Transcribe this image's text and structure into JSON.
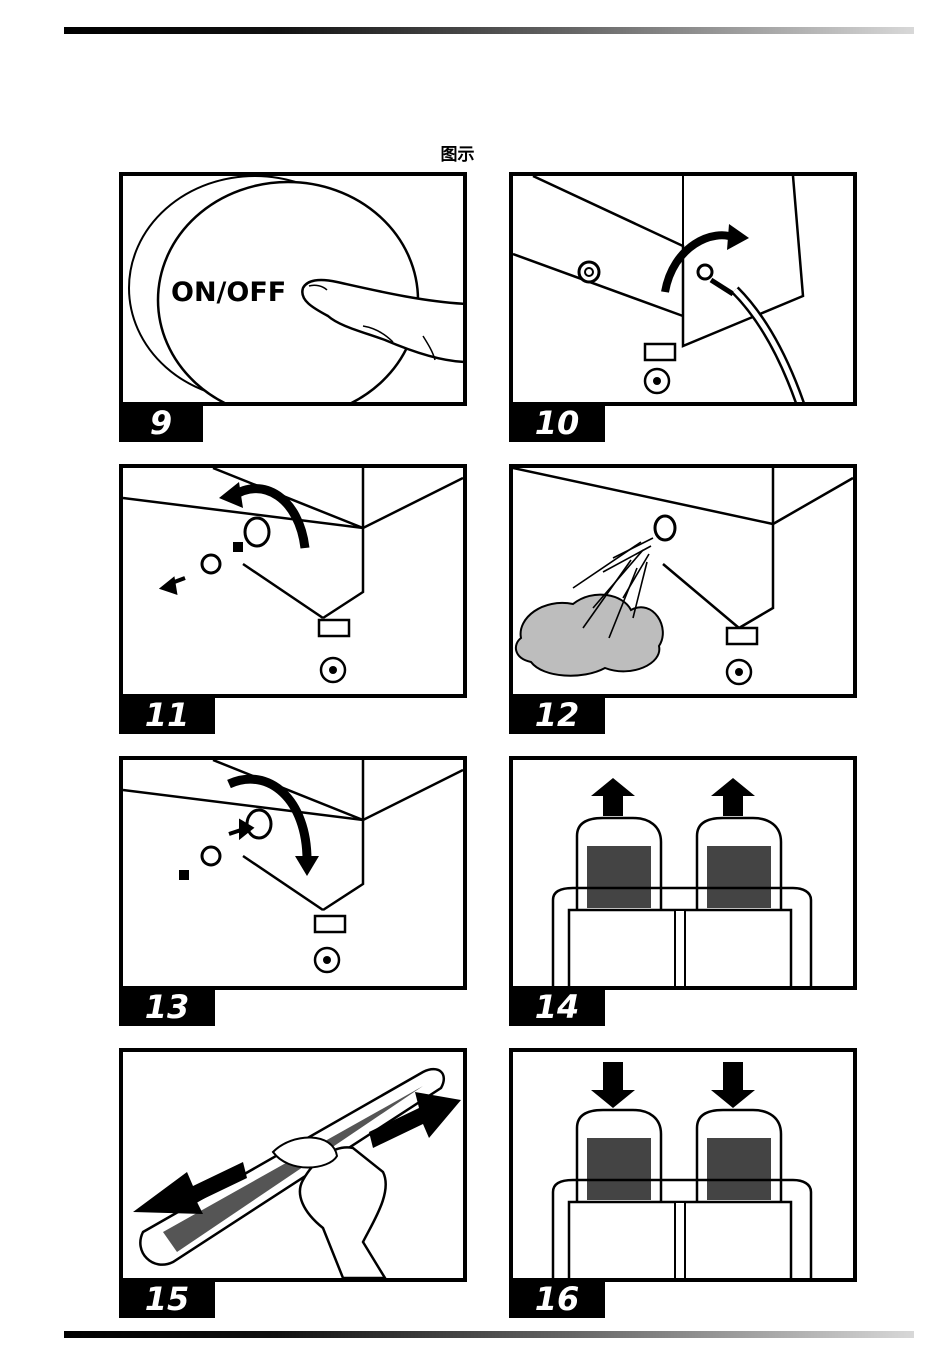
{
  "heading": "图示",
  "steps": [
    {
      "number": "9",
      "button_label": "ON/OFF"
    },
    {
      "number": "10"
    },
    {
      "number": "11"
    },
    {
      "number": "12"
    },
    {
      "number": "13"
    },
    {
      "number": "14"
    },
    {
      "number": "15"
    },
    {
      "number": "16"
    }
  ]
}
